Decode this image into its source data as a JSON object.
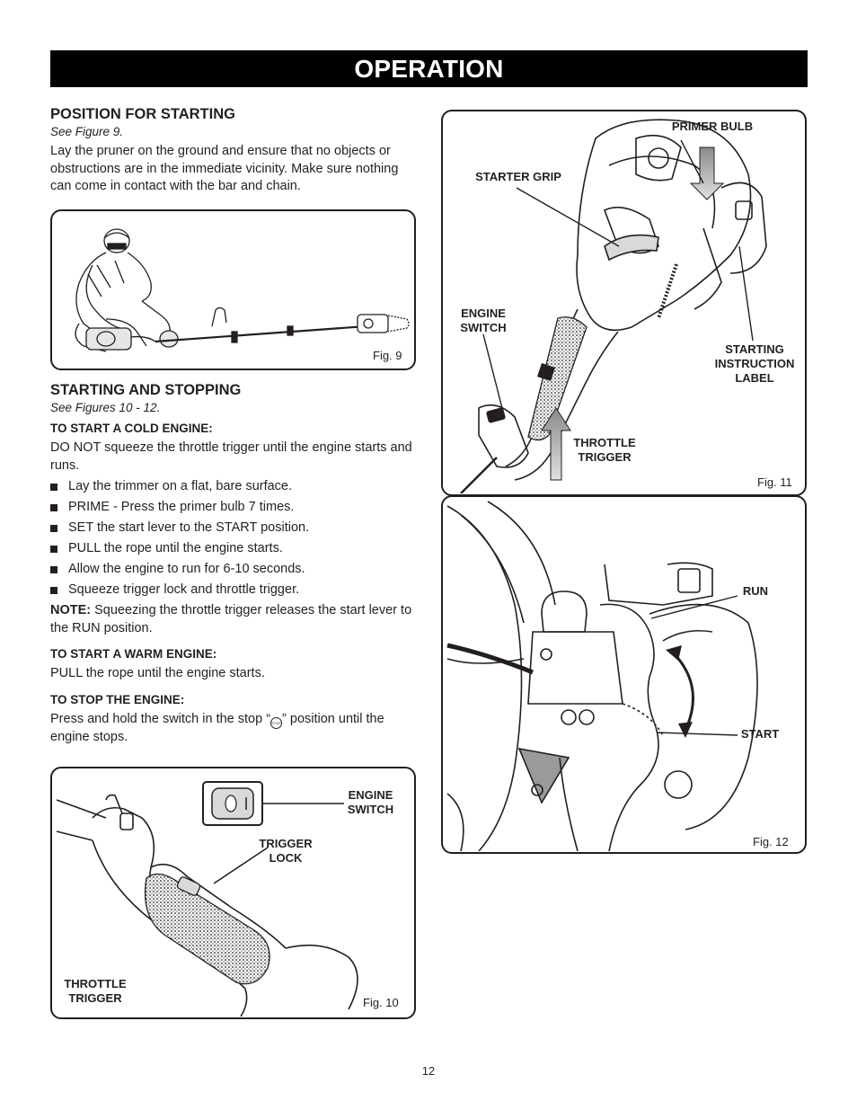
{
  "header": {
    "title": "OPERATION"
  },
  "position_section": {
    "heading": "POSITION FOR STARTING",
    "see": "See Figure 9.",
    "body": "Lay the pruner on the ground and ensure that no objects or obstructions are in the immediate vicinity. Make sure nothing can come in contact with the bar and chain."
  },
  "starting_section": {
    "heading": "STARTING AND STOPPING",
    "see": "See Figures 10 - 12.",
    "cold_heading": "TO START A COLD ENGINE:",
    "cold_intro": "DO NOT squeeze the throttle trigger until the engine starts and runs.",
    "cold_steps": [
      "Lay the trimmer on a flat, bare surface.",
      "PRIME - Press the primer bulb 7 times.",
      "SET the start lever to the START position.",
      "PULL the rope until the engine starts.",
      "Allow the engine to run for 6-10 seconds.",
      "Squeeze trigger lock and throttle trigger."
    ],
    "note_label": "NOTE:",
    "note_text": "Squeezing the throttle trigger releases the start lever to the RUN position.",
    "warm_heading": "TO START A WARM ENGINE:",
    "warm_text": "PULL the rope until the engine starts.",
    "stop_heading": "TO STOP THE ENGINE:",
    "stop_text_before": "Press and hold the switch in the stop “",
    "stop_icon_text": "STOP",
    "stop_text_after": "” position until the engine stops."
  },
  "figures": {
    "fig9": {
      "label": "Fig. 9"
    },
    "fig10": {
      "label": "Fig. 10",
      "engine_switch": "ENGINE SWITCH",
      "trigger_lock": "TRIGGER LOCK",
      "throttle_trigger": "THROTTLE TRIGGER"
    },
    "fig11": {
      "label": "Fig. 11",
      "primer_bulb": "PRIMER BULB",
      "starter_grip": "STARTER GRIP",
      "engine_switch": "ENGINE SWITCH",
      "starting_instruction_label": "STARTING INSTRUCTION LABEL",
      "throttle_trigger": "THROTTLE TRIGGER"
    },
    "fig12": {
      "label": "Fig. 12",
      "run": "RUN",
      "start": "START"
    }
  },
  "footer": {
    "page_number": "12"
  }
}
